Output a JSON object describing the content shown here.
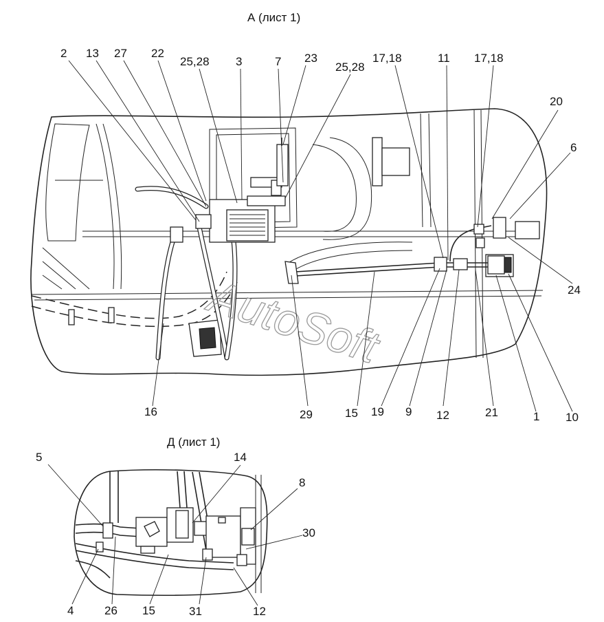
{
  "views": {
    "a": {
      "title": "А (лист 1)",
      "callouts": [
        {
          "id": "a2",
          "text": "2"
        },
        {
          "id": "a13",
          "text": "13"
        },
        {
          "id": "a27",
          "text": "27"
        },
        {
          "id": "a22",
          "text": "22"
        },
        {
          "id": "a2528l",
          "text": "25,28"
        },
        {
          "id": "a3",
          "text": "3"
        },
        {
          "id": "a7",
          "text": "7"
        },
        {
          "id": "a23",
          "text": "23"
        },
        {
          "id": "a2528r",
          "text": "25,28"
        },
        {
          "id": "a1718l",
          "text": "17,18"
        },
        {
          "id": "a11",
          "text": "11"
        },
        {
          "id": "a1718r",
          "text": "17,18"
        },
        {
          "id": "a20",
          "text": "20"
        },
        {
          "id": "a6",
          "text": "6"
        },
        {
          "id": "a24",
          "text": "24"
        },
        {
          "id": "a16",
          "text": "16"
        },
        {
          "id": "a29",
          "text": "29"
        },
        {
          "id": "a15",
          "text": "15"
        },
        {
          "id": "a19",
          "text": "19"
        },
        {
          "id": "a9",
          "text": "9"
        },
        {
          "id": "a12",
          "text": "12"
        },
        {
          "id": "a21",
          "text": "21"
        },
        {
          "id": "a1",
          "text": "1"
        },
        {
          "id": "a10",
          "text": "10"
        }
      ]
    },
    "d": {
      "title": "Д (лист 1)",
      "callouts": [
        {
          "id": "d5",
          "text": "5"
        },
        {
          "id": "d14",
          "text": "14"
        },
        {
          "id": "d8",
          "text": "8"
        },
        {
          "id": "d30",
          "text": "30"
        },
        {
          "id": "d4",
          "text": "4"
        },
        {
          "id": "d26",
          "text": "26"
        },
        {
          "id": "d15",
          "text": "15"
        },
        {
          "id": "d31",
          "text": "31"
        },
        {
          "id": "d12",
          "text": "12"
        }
      ]
    }
  },
  "watermark": "AutoSoft"
}
